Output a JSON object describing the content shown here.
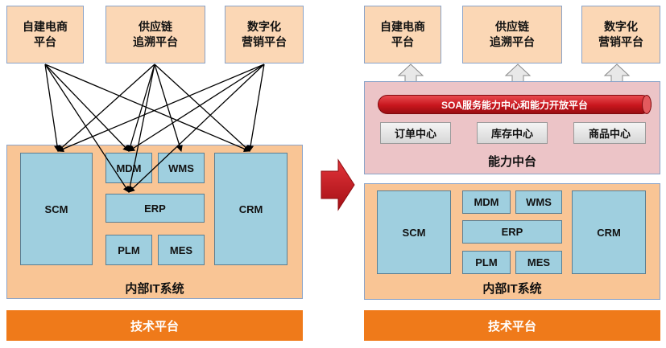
{
  "left": {
    "top_boxes": [
      "自建电商\n平台",
      "供应链\n追溯平台",
      "数字化\n营销平台"
    ],
    "systems": [
      "SCM",
      "MDM",
      "WMS",
      "ERP",
      "PLM",
      "MES",
      "CRM"
    ],
    "internal_label": "内部IT系统",
    "tech_label": "技术平台"
  },
  "right": {
    "top_boxes": [
      "自建电商\n平台",
      "供应链\n追溯平台",
      "数字化\n营销平台"
    ],
    "soa_label": "SOA服务能力中心和能力开放平台",
    "centers": [
      "订单中心",
      "库存中心",
      "商品中心"
    ],
    "middle_label": "能力中台",
    "systems": [
      "SCM",
      "MDM",
      "WMS",
      "ERP",
      "PLM",
      "MES",
      "CRM"
    ],
    "internal_label": "内部IT系统",
    "tech_label": "技术平台"
  },
  "colors": {
    "top_box": "#fbd7b5",
    "it_area": "#f9c595",
    "system_box": "#9fcfdf",
    "tech_bar": "#ef7a1a",
    "middle_platform": "#ecc4c7",
    "soa_bar": "#c8161d",
    "arrow": "#c8161d"
  }
}
